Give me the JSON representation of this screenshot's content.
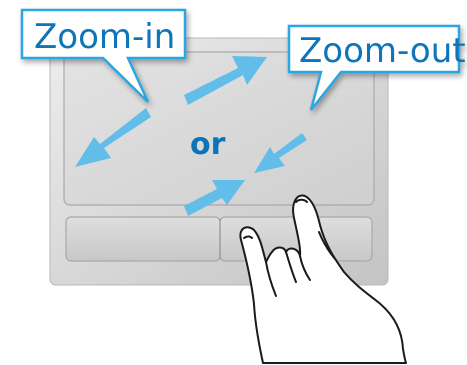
{
  "callouts": {
    "zoom_in": "Zoom-in",
    "zoom_out": "Zoom-out"
  },
  "center_label": "or",
  "colors": {
    "accent_blue": "#0b74b8",
    "arrow_blue": "#63bde9",
    "callout_border": "#2aa6e0",
    "touchpad_silver": "#d9d9d9"
  },
  "icons": [
    "touchpad-icon",
    "hand-icon",
    "arrow-icon"
  ]
}
